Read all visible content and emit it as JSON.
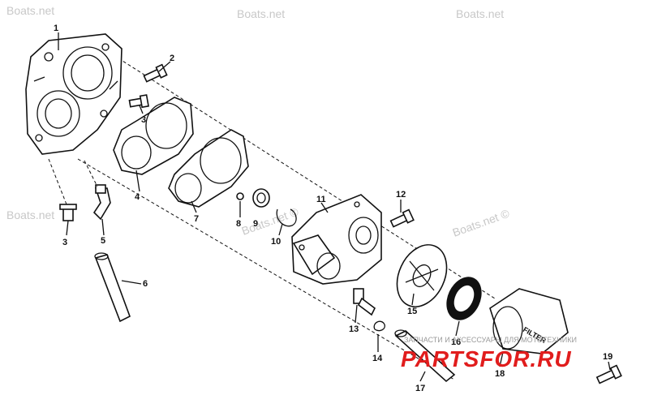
{
  "watermarks": {
    "top_left": "Boats.net",
    "top_center": "Boats.net",
    "top_right": "Boats.net",
    "middle_left": "Boats.net",
    "middle_center": "Boats.net ©",
    "middle_right": "Boats.net ©",
    "bottom_ru": "ЗАПЧАСТИ И АКСЕССУАРЫ ДЛЯ МОТОТЕХНИКИ",
    "brand": "PARTSFOR.RU"
  },
  "part_labels": {
    "p1": "1",
    "p2": "2",
    "p3a": "3",
    "p3b": "3",
    "p4": "4",
    "p5": "5",
    "p6": "6",
    "p7": "7",
    "p8": "8",
    "p9": "9",
    "p10": "10",
    "p11": "11",
    "p12": "12",
    "p13": "13",
    "p14": "14",
    "p15": "15",
    "p16": "16",
    "p17": "17",
    "p18": "18",
    "p19": "19"
  },
  "filter_text": "FILTER"
}
